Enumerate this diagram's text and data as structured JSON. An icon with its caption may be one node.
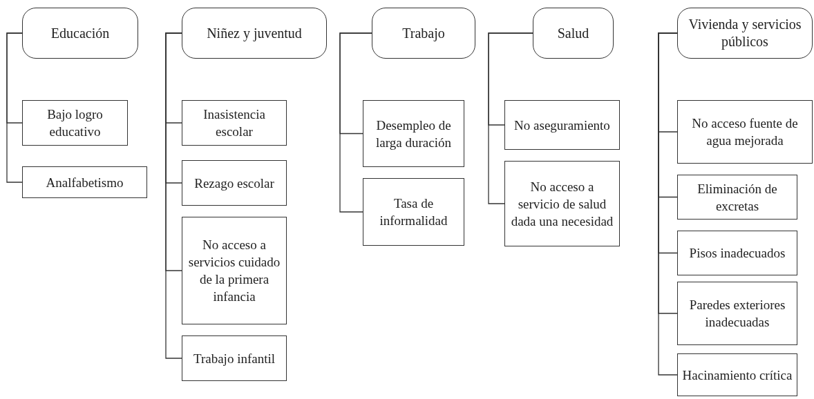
{
  "diagram": {
    "nodes": [
      {
        "text": [
          "Educación"
        ]
      },
      {
        "text": [
          "Bajo logro educativo"
        ]
      },
      {
        "text": [
          "Analfabetismo"
        ]
      },
      {
        "text": [
          "Niñez y juventud"
        ]
      },
      {
        "text": [
          "Inasistencia escolar"
        ]
      },
      {
        "text": [
          "Rezago escolar"
        ]
      },
      {
        "text": [
          "No acceso a servicios cuidado de la primera infancia"
        ]
      },
      {
        "text": [
          "Trabajo infantil"
        ]
      },
      {
        "text": [
          "Trabajo"
        ]
      },
      {
        "text": [
          "Desempleo de larga duración"
        ]
      },
      {
        "text": [
          "Tasa de informalidad"
        ]
      },
      {
        "text": [
          "Salud"
        ]
      },
      {
        "text": [
          "No aseguramiento"
        ]
      },
      {
        "text": [
          "No acceso a servicio de salud dada una necesidad"
        ]
      },
      {
        "text": [
          "Vivienda y servicios públicos"
        ]
      },
      {
        "text": [
          "No acceso fuente de agua mejorada"
        ]
      },
      {
        "text": [
          "Eliminación de excretas"
        ]
      },
      {
        "text": [
          "Pisos inadecuados"
        ]
      },
      {
        "text": [
          "Paredes exteriores inadecuadas"
        ]
      },
      {
        "text": [
          "Hacinamiento crítica"
        ]
      }
    ],
    "edges": [
      {
        "from": 0,
        "to": 1,
        "arrow": "none"
      },
      {
        "from": 0,
        "to": 2,
        "arrow": "none"
      },
      {
        "from": 3,
        "to": 4,
        "arrow": "none"
      },
      {
        "from": 3,
        "to": 5,
        "arrow": "none"
      },
      {
        "from": 3,
        "to": 6,
        "arrow": "none"
      },
      {
        "from": 3,
        "to": 7,
        "arrow": "none"
      },
      {
        "from": 8,
        "to": 9,
        "arrow": "none"
      },
      {
        "from": 8,
        "to": 10,
        "arrow": "none"
      },
      {
        "from": 11,
        "to": 12,
        "arrow": "none"
      },
      {
        "from": 11,
        "to": 13,
        "arrow": "none"
      },
      {
        "from": 14,
        "to": 15,
        "arrow": "none"
      },
      {
        "from": 14,
        "to": 16,
        "arrow": "none"
      },
      {
        "from": 14,
        "to": 17,
        "arrow": "none"
      },
      {
        "from": 14,
        "to": 18,
        "arrow": "none"
      },
      {
        "from": 14,
        "to": 19,
        "arrow": "none"
      }
    ]
  }
}
